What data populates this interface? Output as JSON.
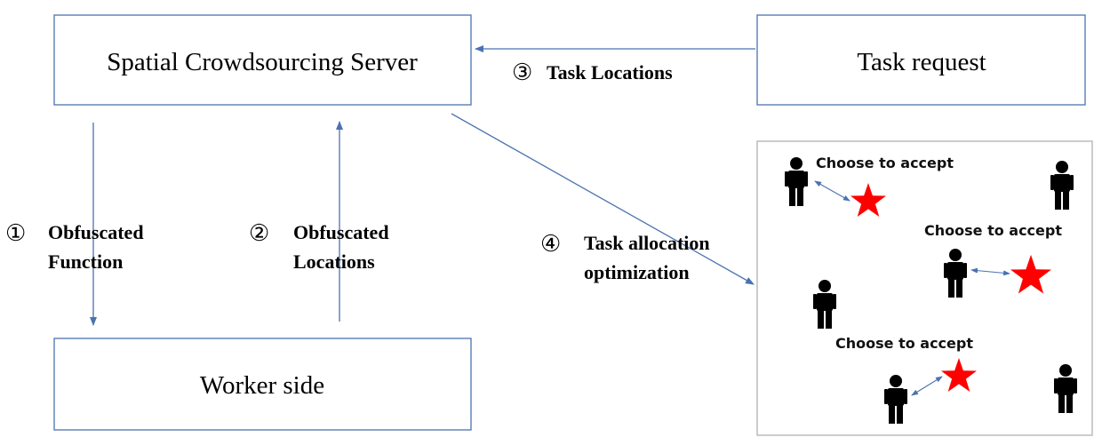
{
  "boxes": {
    "server": "Spatial Crowdsourcing Server",
    "request": "Task request",
    "worker": "Worker side"
  },
  "steps": {
    "s1": {
      "number": "①",
      "line1": "Obfuscated",
      "line2": "Function"
    },
    "s2": {
      "number": "②",
      "line1": "Obfuscated",
      "line2": "Locations"
    },
    "s3": {
      "number": "③",
      "line1": "Task Locations"
    },
    "s4": {
      "number": "④",
      "line1": "Task allocation",
      "line2": "optimization"
    }
  },
  "scene": {
    "accept_labels": [
      "Choose to accept",
      "Choose to accept",
      "Choose to accept"
    ]
  },
  "colors": {
    "box_border": "#4a72b0",
    "arrow": "#4a72b0",
    "star": "#ff0000",
    "person": "#000000",
    "scene_border": "#b0b0b0"
  }
}
